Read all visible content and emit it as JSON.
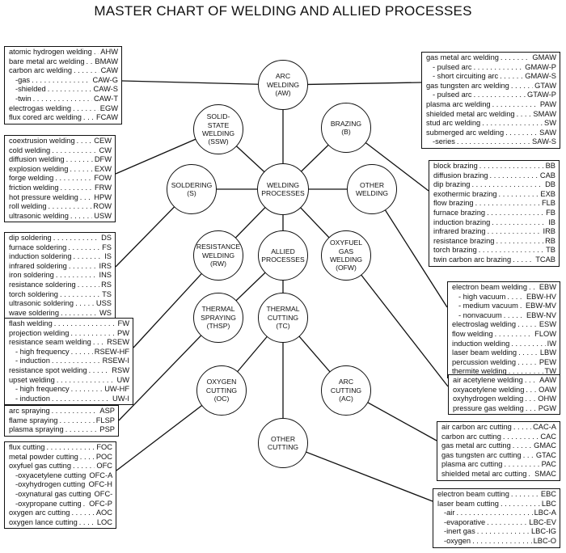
{
  "title": "MASTER CHART OF WELDING AND ALLIED PROCESSES",
  "nodes": {
    "arc_welding": [
      "ARC",
      "WELDING",
      "(AW)"
    ],
    "solid_state": [
      "SOLID-",
      "STATE",
      "WELDING",
      "(SSW)"
    ],
    "brazing": [
      "BRAZING",
      "(B)"
    ],
    "soldering": [
      "SOLDERING",
      "(S)"
    ],
    "welding_processes": [
      "WELDING",
      "PROCESSES"
    ],
    "other_welding": [
      "OTHER",
      "WELDING"
    ],
    "resistance": [
      "RESISTANCE",
      "WELDING",
      "(RW)"
    ],
    "allied": [
      "ALLIED",
      "PROCESSES"
    ],
    "oxyfuel": [
      "OXYFUEL",
      "GAS",
      "WELDING",
      "(OFW)"
    ],
    "thermal_spraying": [
      "THERMAL",
      "SPRAYING",
      "(THSP)"
    ],
    "thermal_cutting": [
      "THERMAL",
      "CUTTING",
      "(TC)"
    ],
    "oxygen_cutting": [
      "OXYGEN",
      "CUTTING",
      "(OC)"
    ],
    "arc_cutting": [
      "ARC",
      "CUTTING",
      "(AC)"
    ],
    "other_cutting": [
      "OTHER",
      "CUTTING"
    ]
  },
  "boxes": {
    "arc_left": [
      {
        "n": "atomic hydrogen welding",
        "a": "AHW"
      },
      {
        "n": "bare metal arc welding",
        "a": "BMAW"
      },
      {
        "n": "carbon arc welding",
        "a": "CAW"
      },
      {
        "n": "-gas",
        "a": "CAW-G",
        "i": true
      },
      {
        "n": "-shielded",
        "a": "CAW-S",
        "i": true
      },
      {
        "n": "-twin",
        "a": "CAW-T",
        "i": true
      },
      {
        "n": "electrogas welding",
        "a": "EGW"
      },
      {
        "n": "flux cored arc welding",
        "a": "FCAW"
      }
    ],
    "arc_right": [
      {
        "n": "gas metal arc welding",
        "a": "GMAW"
      },
      {
        "n": "- pulsed arc",
        "a": "GMAW-P",
        "i": true
      },
      {
        "n": "- short circuiting arc",
        "a": "GMAW-S",
        "i": true
      },
      {
        "n": "gas tungsten arc welding",
        "a": "GTAW"
      },
      {
        "n": "- pulsed arc",
        "a": "GTAW-P",
        "i": true
      },
      {
        "n": "plasma arc welding",
        "a": "PAW"
      },
      {
        "n": "shielded metal arc welding",
        "a": "SMAW"
      },
      {
        "n": "stud arc welding",
        "a": "SW"
      },
      {
        "n": "submerged arc welding",
        "a": "SAW"
      },
      {
        "n": "-series",
        "a": "SAW-S",
        "i": true
      }
    ],
    "solid_state": [
      {
        "n": "coextrusion welding",
        "a": "CEW"
      },
      {
        "n": "cold welding",
        "a": "CW"
      },
      {
        "n": "diffusion welding",
        "a": "DFW"
      },
      {
        "n": "explosion welding",
        "a": "EXW"
      },
      {
        "n": "forge welding",
        "a": "FOW"
      },
      {
        "n": "friction welding",
        "a": "FRW"
      },
      {
        "n": "hot pressure welding",
        "a": "HPW"
      },
      {
        "n": "roll welding",
        "a": "ROW"
      },
      {
        "n": "ultrasonic welding",
        "a": "USW"
      }
    ],
    "brazing": [
      {
        "n": "block brazing",
        "a": "BB"
      },
      {
        "n": "diffusion brazing",
        "a": "CAB"
      },
      {
        "n": "dip brazing",
        "a": "DB"
      },
      {
        "n": "exothermic brazing",
        "a": "EXB"
      },
      {
        "n": "flow brazing",
        "a": "FLB"
      },
      {
        "n": "furnace brazing",
        "a": "FB"
      },
      {
        "n": "induction brazing",
        "a": "IB"
      },
      {
        "n": "infrared brazing",
        "a": "IRB"
      },
      {
        "n": "resistance brazing",
        "a": "RB"
      },
      {
        "n": "torch brazing",
        "a": "TB"
      },
      {
        "n": "twin carbon arc brazing",
        "a": "TCAB"
      }
    ],
    "soldering": [
      {
        "n": "dip soldering",
        "a": "DS"
      },
      {
        "n": "furnace soldering",
        "a": "FS"
      },
      {
        "n": "induction soldering",
        "a": "IS"
      },
      {
        "n": "infrared soldering",
        "a": "IRS"
      },
      {
        "n": "iron soldering",
        "a": "INS"
      },
      {
        "n": "resistance soldering",
        "a": "RS"
      },
      {
        "n": "torch soldering",
        "a": "TS"
      },
      {
        "n": "ultrasonic soldering",
        "a": "USS"
      },
      {
        "n": "wave soldering",
        "a": "WS"
      }
    ],
    "other_welding": [
      {
        "n": "electron beam welding",
        "a": "EBW"
      },
      {
        "n": "- high vacuum",
        "a": "EBW-HV",
        "i": true
      },
      {
        "n": "- medium vacuum",
        "a": "EBW-MV",
        "i": true
      },
      {
        "n": "- nonvacuum",
        "a": "EBW-NV",
        "i": true
      },
      {
        "n": "electroslag welding",
        "a": "ESW"
      },
      {
        "n": "flow welding",
        "a": "FLOW"
      },
      {
        "n": "induction welding",
        "a": "IW"
      },
      {
        "n": "laser beam welding",
        "a": "LBW"
      },
      {
        "n": "percussion welding",
        "a": "PEW"
      },
      {
        "n": "thermite welding",
        "a": "TW"
      }
    ],
    "resistance": [
      {
        "n": "flash welding",
        "a": "FW"
      },
      {
        "n": "projection welding",
        "a": "PW"
      },
      {
        "n": "resistance seam welding",
        "a": "RSEW"
      },
      {
        "n": "- high frequency",
        "a": "RSEW-HF",
        "i": true
      },
      {
        "n": "- induction",
        "a": "RSEW-I",
        "i": true
      },
      {
        "n": "resistance spot welding",
        "a": "RSW"
      },
      {
        "n": "upset welding",
        "a": "UW"
      },
      {
        "n": "- high frequency",
        "a": "UW-HF",
        "i": true
      },
      {
        "n": "- induction",
        "a": "UW-I",
        "i": true
      }
    ],
    "oxyfuel": [
      {
        "n": "air acetylene welding",
        "a": "AAW"
      },
      {
        "n": "oxyacetylene welding",
        "a": "OAW"
      },
      {
        "n": "oxyhydrogen welding",
        "a": "OHW"
      },
      {
        "n": "pressure gas welding",
        "a": "PGW"
      }
    ],
    "thermal_spraying": [
      {
        "n": "arc spraying",
        "a": "ASP"
      },
      {
        "n": "flame spraying",
        "a": "FLSP"
      },
      {
        "n": "plasma spraying",
        "a": "PSP"
      }
    ],
    "arc_cutting": [
      {
        "n": "air carbon arc cutting",
        "a": "CAC-A"
      },
      {
        "n": "carbon arc cutting",
        "a": "CAC"
      },
      {
        "n": "gas metal arc cutting",
        "a": "GMAC"
      },
      {
        "n": "gas tungsten arc cutting",
        "a": "GTAC"
      },
      {
        "n": "plasma arc cutting",
        "a": "PAC"
      },
      {
        "n": "shielded metal arc cutting",
        "a": "SMAC"
      }
    ],
    "oxygen_cutting": [
      {
        "n": "flux cutting",
        "a": "FOC"
      },
      {
        "n": "metal powder cutting",
        "a": "POC"
      },
      {
        "n": "oxyfuel gas cutting",
        "a": "OFC"
      },
      {
        "n": "-oxyacetylene cutting",
        "a": "OFC-A",
        "i": true
      },
      {
        "n": "-oxyhydrogen cutting",
        "a": "OFC-H",
        "i": true
      },
      {
        "n": "-oxynatural gas cutting",
        "a": "OFC-N",
        "i": true
      },
      {
        "n": "-oxypropane cutting",
        "a": "OFC-P",
        "i": true
      },
      {
        "n": "oxygen arc cutting",
        "a": "AOC"
      },
      {
        "n": "oxygen lance cutting",
        "a": "LOC"
      }
    ],
    "other_cutting": [
      {
        "n": "electron beam cutting",
        "a": "EBC"
      },
      {
        "n": "laser beam cutting",
        "a": "LBC"
      },
      {
        "n": "-air",
        "a": "LBC-A",
        "i": true
      },
      {
        "n": "-evaporative",
        "a": "LBC-EV",
        "i": true
      },
      {
        "n": "-inert gas",
        "a": "LBC-IG",
        "i": true
      },
      {
        "n": "-oxygen",
        "a": "LBC-O",
        "i": true
      }
    ]
  }
}
